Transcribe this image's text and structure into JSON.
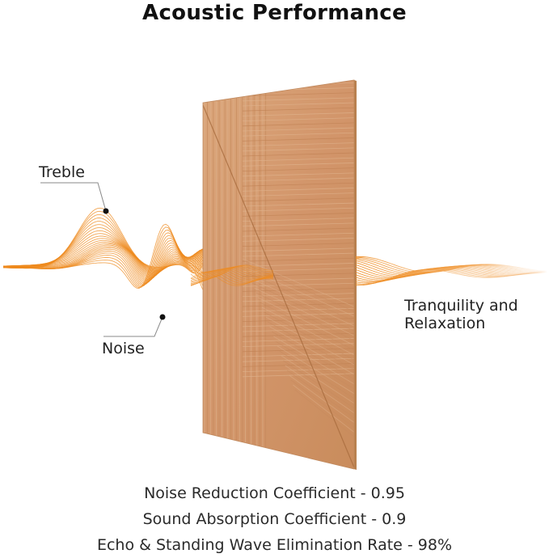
{
  "title": "Acoustic Performance",
  "labels": {
    "treble": "Treble",
    "noise": "Noise",
    "output": "Tranquility and Relaxation"
  },
  "stats": [
    "Noise Reduction Coefficient - 0.95",
    "Sound Absorption Coefficient - 0.9",
    "Echo & Standing Wave Elimination Rate - 98%"
  ],
  "colors": {
    "wave": "#ee8a1e",
    "wave_light": "#f6b56d",
    "wood_base": "#d49a6a",
    "wood_dark": "#b8784a",
    "wood_light": "#e2b089",
    "leader_line": "#8a8a8a",
    "dot": "#111111"
  },
  "icons": {
    "panel": "wood-slat-panel",
    "sound_wave": "sound-wave-graphic"
  }
}
